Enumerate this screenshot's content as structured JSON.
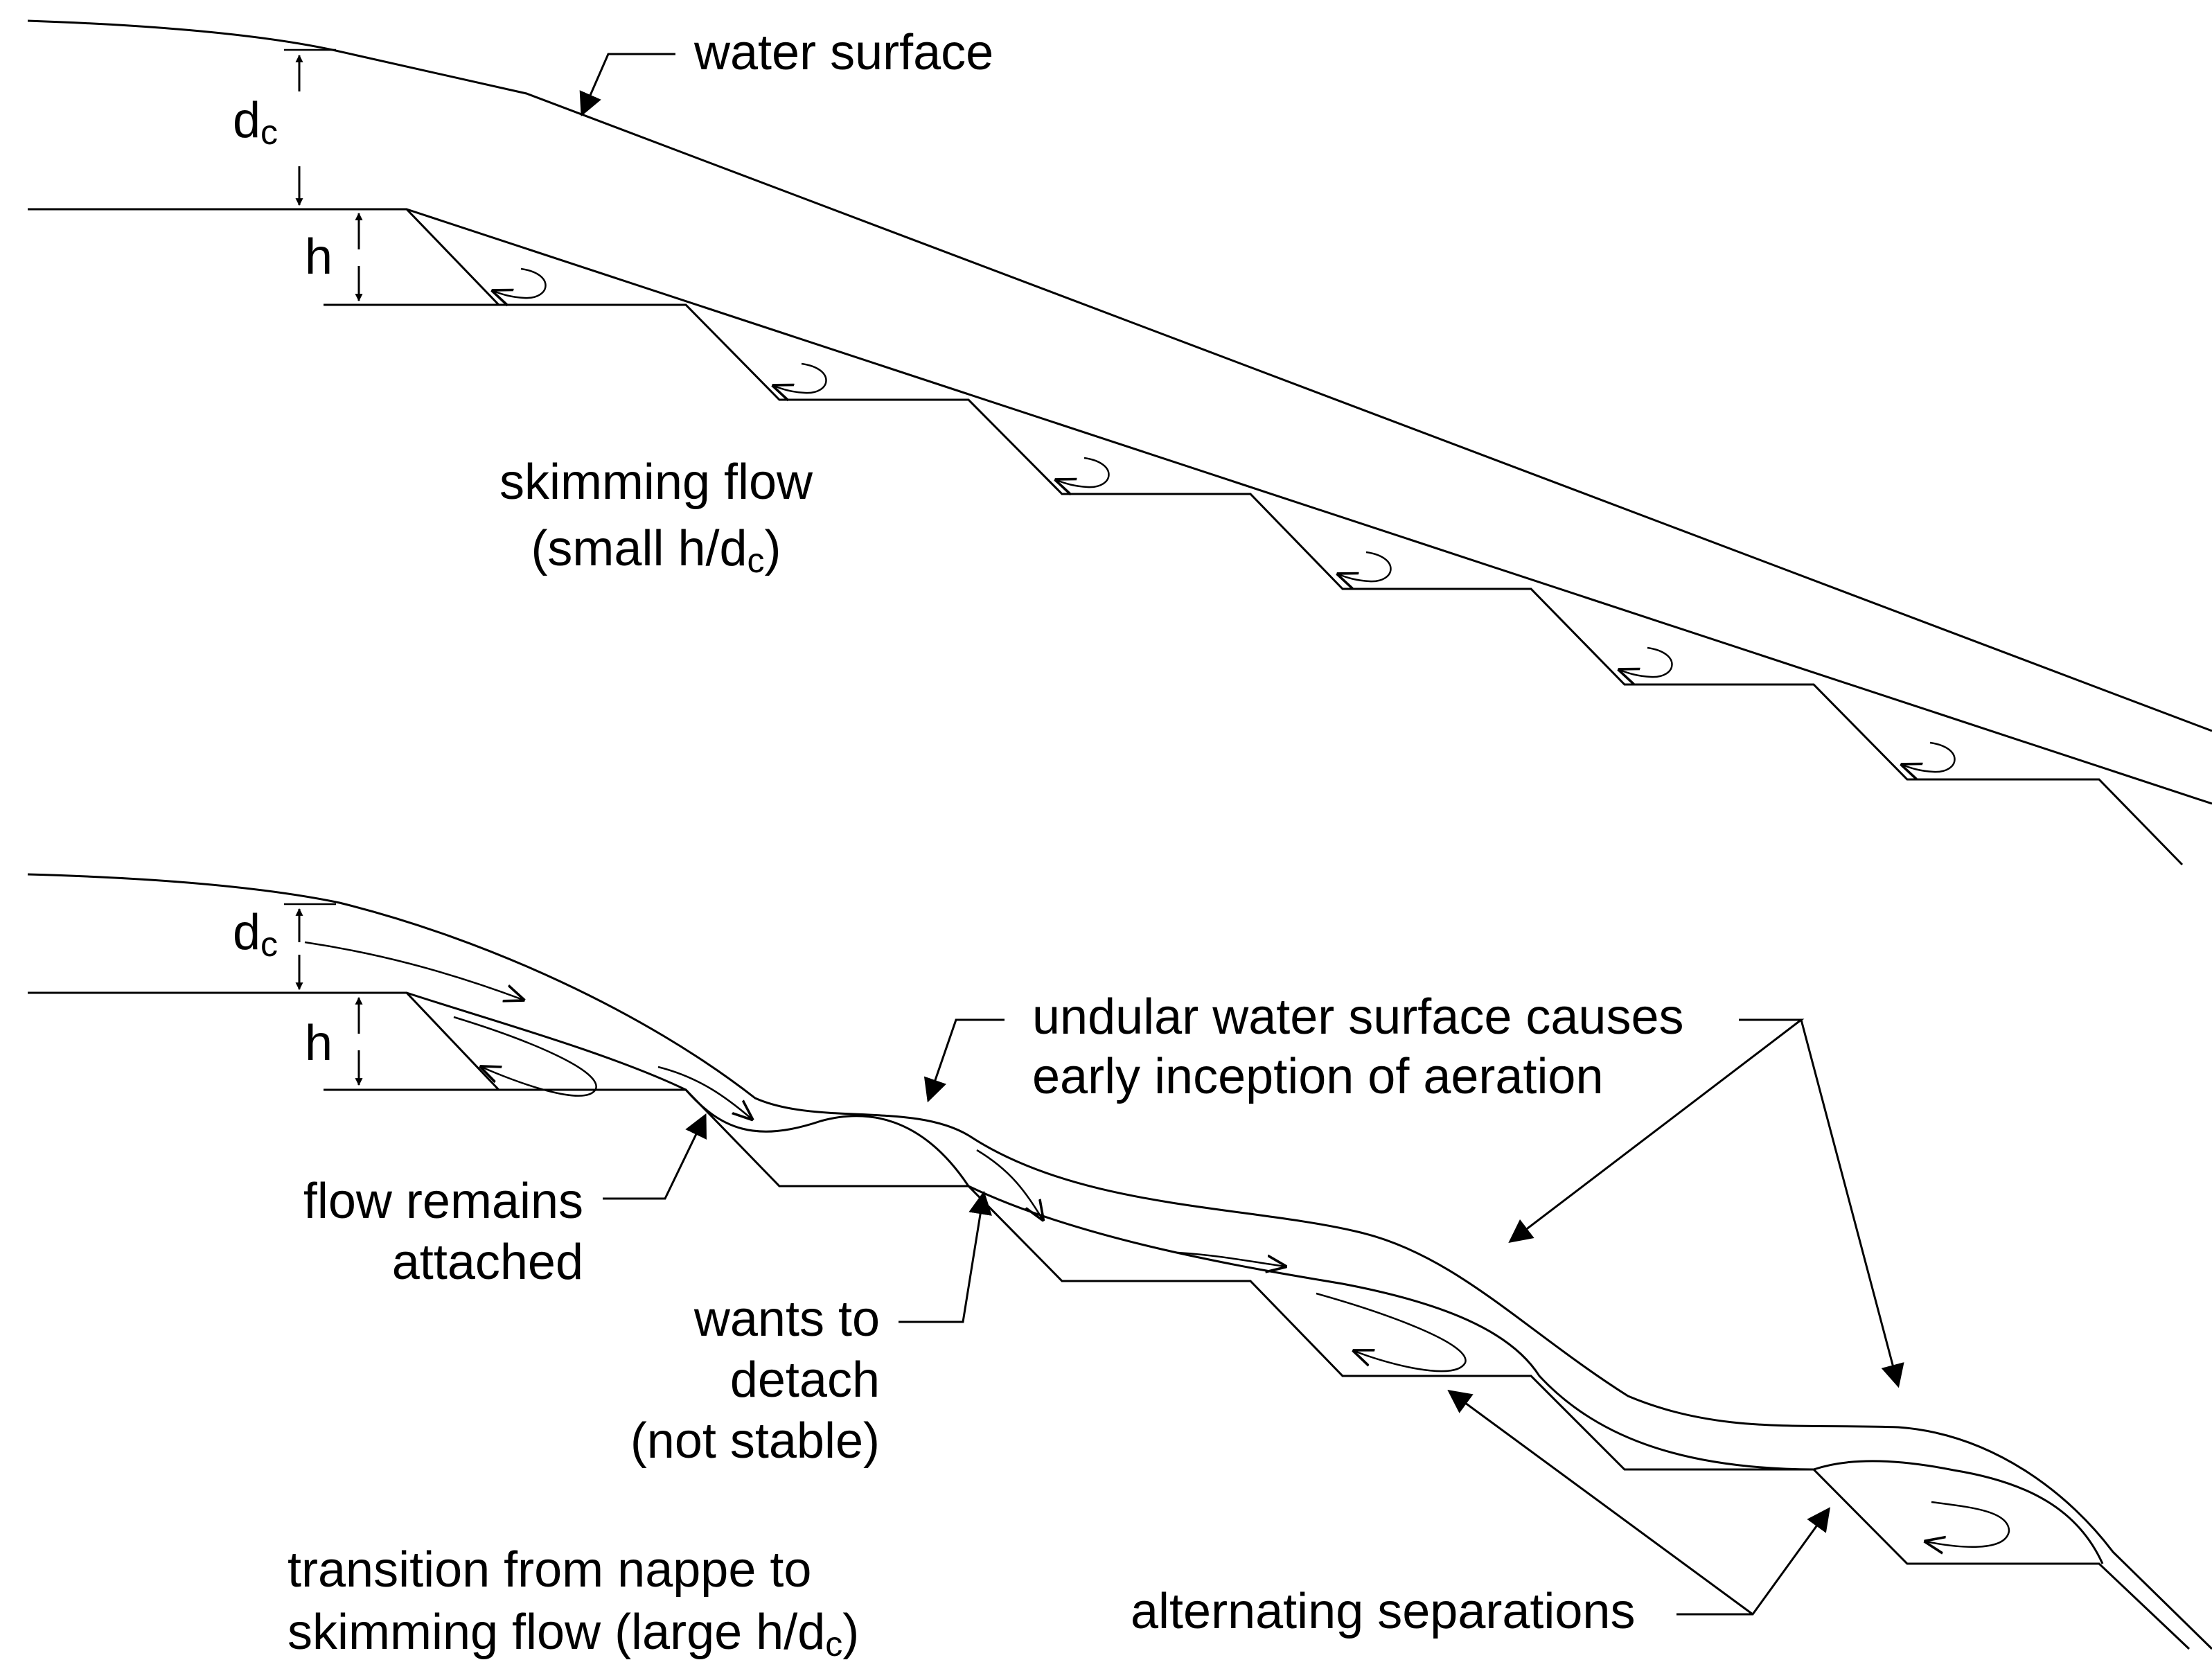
{
  "top_diagram": {
    "water_surface_label": "water surface",
    "dc_label": "d",
    "dc_sub": "c",
    "h_label": "h",
    "regime_line1": "skimming flow",
    "regime_line2_prefix": "(small h/d",
    "regime_line2_sub": "c",
    "regime_line2_suffix": ")"
  },
  "bottom_diagram": {
    "dc_label": "d",
    "dc_sub": "c",
    "h_label": "h",
    "undular_line1": "undular water surface causes",
    "undular_line2": "early inception of aeration",
    "attached_line1": "flow remains",
    "attached_line2": "attached",
    "detach_line1": "wants to",
    "detach_line2": "detach",
    "detach_line3": "(not stable)",
    "separations_label": "alternating separations",
    "regime_line1": "transition from nappe to",
    "regime_line2_prefix": "skimming flow (large h/d",
    "regime_line2_sub": "c",
    "regime_line2_suffix": ")"
  }
}
